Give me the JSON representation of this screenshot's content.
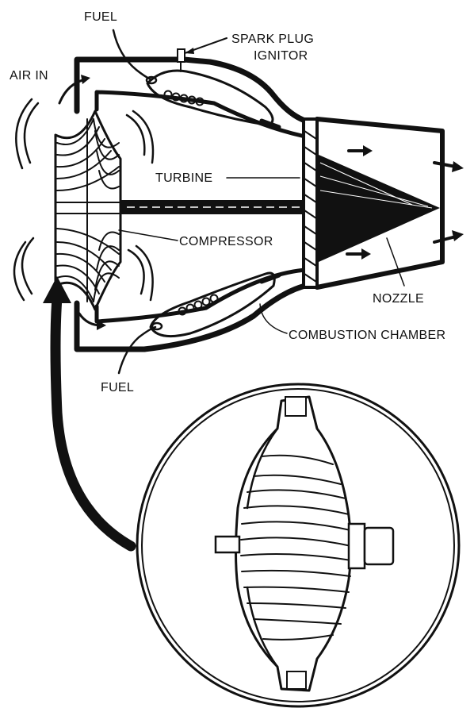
{
  "labels": {
    "fuel_top": "FUEL",
    "spark_plug_line1": "SPARK PLUG",
    "spark_plug_line2": "IGNITOR",
    "air_in": "AIR IN",
    "turbine": "TURBINE",
    "compressor": "COMPRESSOR",
    "nozzle": "NOZZLE",
    "combustion_chamber": "COMBUSTION CHAMBER",
    "fuel_bottom": "FUEL"
  },
  "colors": {
    "ink": "#111111",
    "background": "#ffffff"
  }
}
